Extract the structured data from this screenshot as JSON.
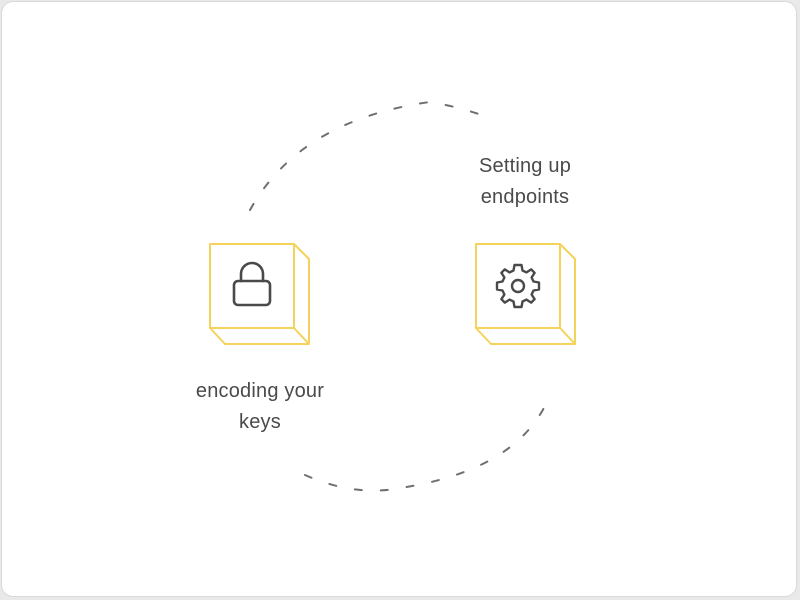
{
  "accent_color": "#f5d25a",
  "icon_color": "#4a4a4a",
  "dash_color": "#6f6f6f",
  "steps": [
    {
      "icon": "lock-icon",
      "caption_lines": [
        "encoding your",
        "keys"
      ]
    },
    {
      "icon": "gear-icon",
      "caption_lines": [
        "Setting up",
        "endpoints"
      ]
    }
  ]
}
